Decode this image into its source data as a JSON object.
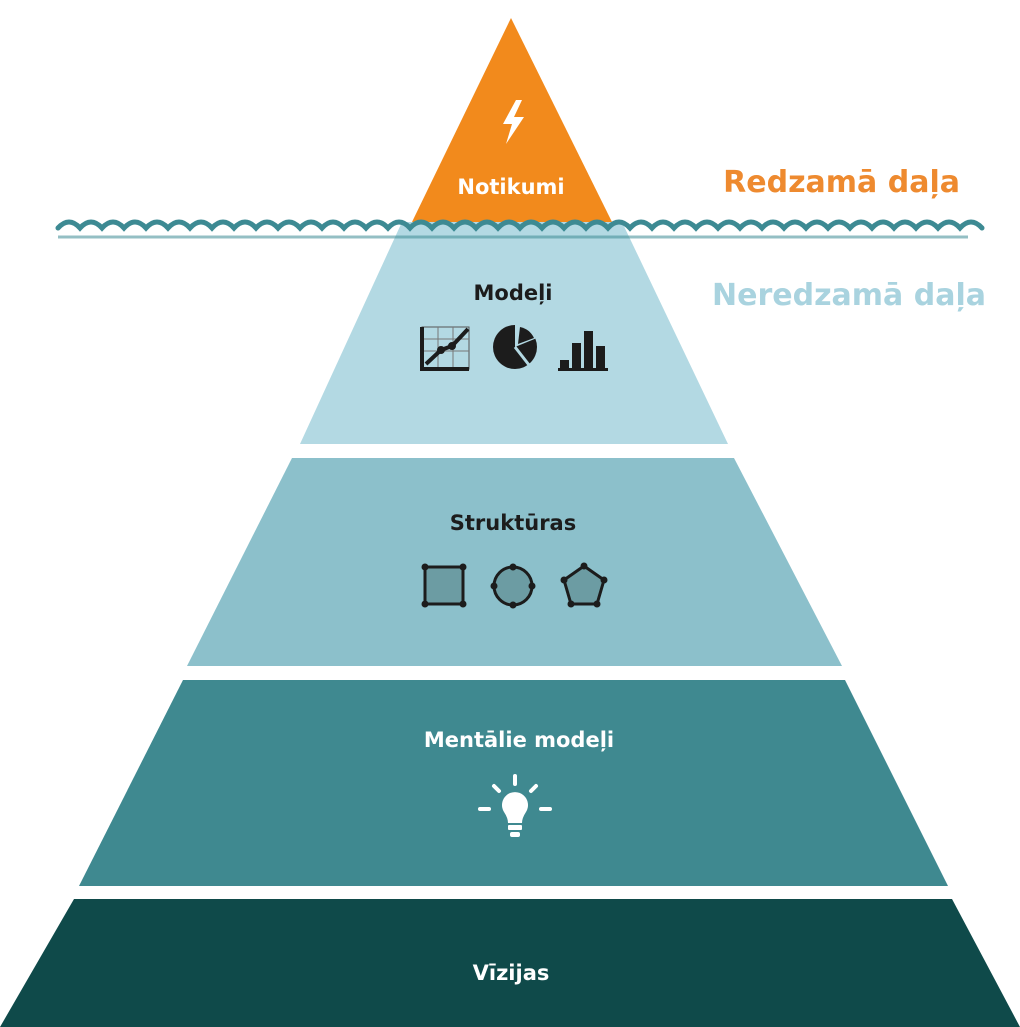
{
  "side_labels": {
    "visible": "Redzamā daļa",
    "hidden": "Neredzamā daļa"
  },
  "levels": [
    {
      "label": "Notikumi",
      "icons": [
        "lightning-icon"
      ]
    },
    {
      "label": "Modeļi",
      "icons": [
        "line-chart-icon",
        "pie-chart-icon",
        "bar-chart-icon"
      ]
    },
    {
      "label": "Struktūras",
      "icons": [
        "square-node-icon",
        "circle-node-icon",
        "pentagon-node-icon"
      ]
    },
    {
      "label": "Mentālie modeļi",
      "icons": [
        "lightbulb-icon"
      ]
    },
    {
      "label": "Vīzijas",
      "icons": []
    }
  ],
  "colors": {
    "events": "#f28a1c",
    "visible_label": "#ee8a2f",
    "hidden_label": "#a9d3df",
    "water": "#3d8a93",
    "models": "#b3d9e3",
    "structures": "#8cc0cb",
    "mental_models": "#3f8990",
    "visions": "#0f4a4a",
    "icon_dark": "#1c1c1c",
    "icon_white": "#ffffff"
  }
}
